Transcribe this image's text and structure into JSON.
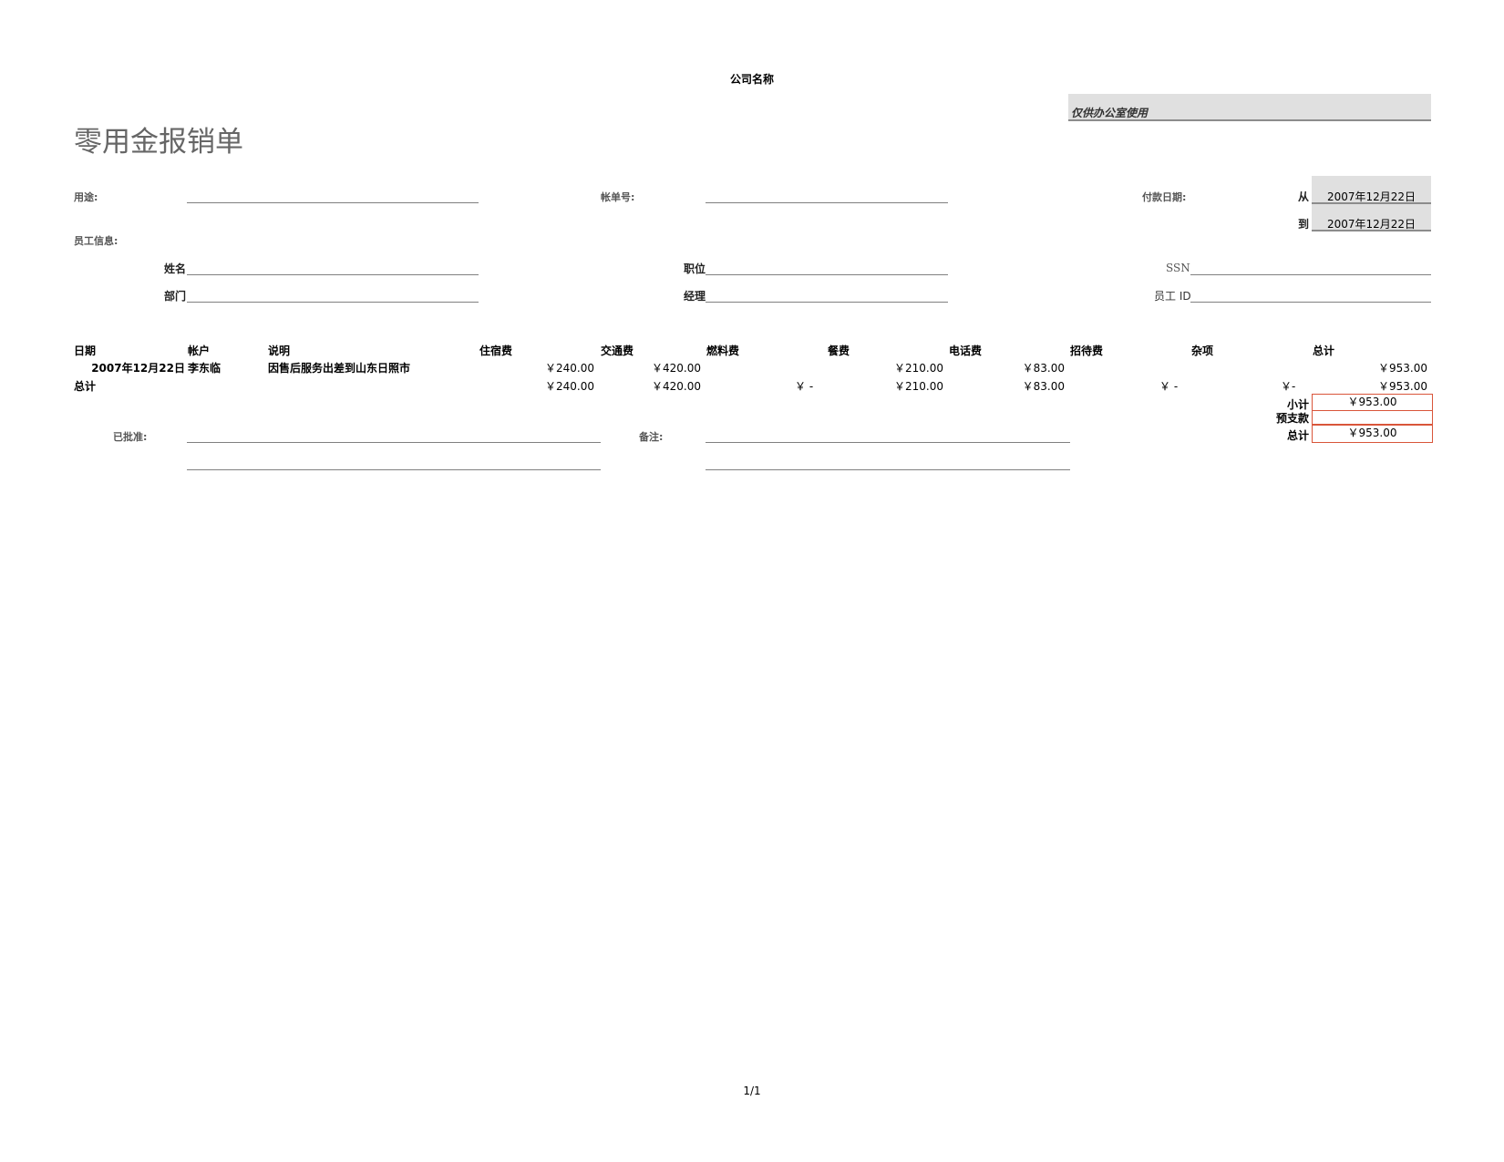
{
  "header": {
    "company_name": "公司名称",
    "title": "零用金报销单",
    "office_use": "仅供办公室使用"
  },
  "info": {
    "purpose_label": "用途:",
    "invoice_label": "帐单号:",
    "pay_date_label": "付款日期:",
    "from_label": "从",
    "from_value": "2007年12月22日",
    "to_label": "到",
    "to_value": "2007年12月22日",
    "employee_info_label": "员工信息:",
    "name_label": "姓名",
    "position_label": "职位",
    "ssn_label": "SSN",
    "dept_label": "部门",
    "manager_label": "经理",
    "emp_id_label": "员工 ID"
  },
  "table": {
    "headers": [
      "日期",
      "帐户",
      "说明",
      "住宿费",
      "交通费",
      "燃料费",
      "餐费",
      "电话费",
      "招待费",
      "杂项",
      "总计"
    ],
    "row": {
      "date": "2007年12月22日",
      "account": "李东临",
      "description": "因售后服务出差到山东日照市",
      "lodging": "￥240.00",
      "transport": "￥420.00",
      "meals": "￥210.00",
      "phone": "￥83.00",
      "total": "￥953.00"
    },
    "total_row": {
      "label": "总计",
      "lodging": "￥240.00",
      "transport": "￥420.00",
      "fuel": "￥ -",
      "meals": "￥210.00",
      "phone": "￥83.00",
      "entertain": "￥ -",
      "misc": "￥-",
      "total": "￥953.00"
    }
  },
  "summary": {
    "subtotal_label": "小计",
    "subtotal_value": "￥953.00",
    "advance_label": "预支款",
    "advance_value": "",
    "total_label": "总计",
    "total_value": "￥953.00"
  },
  "footer": {
    "approved_label": "已批准:",
    "notes_label": "备注:",
    "page": "1/1"
  }
}
